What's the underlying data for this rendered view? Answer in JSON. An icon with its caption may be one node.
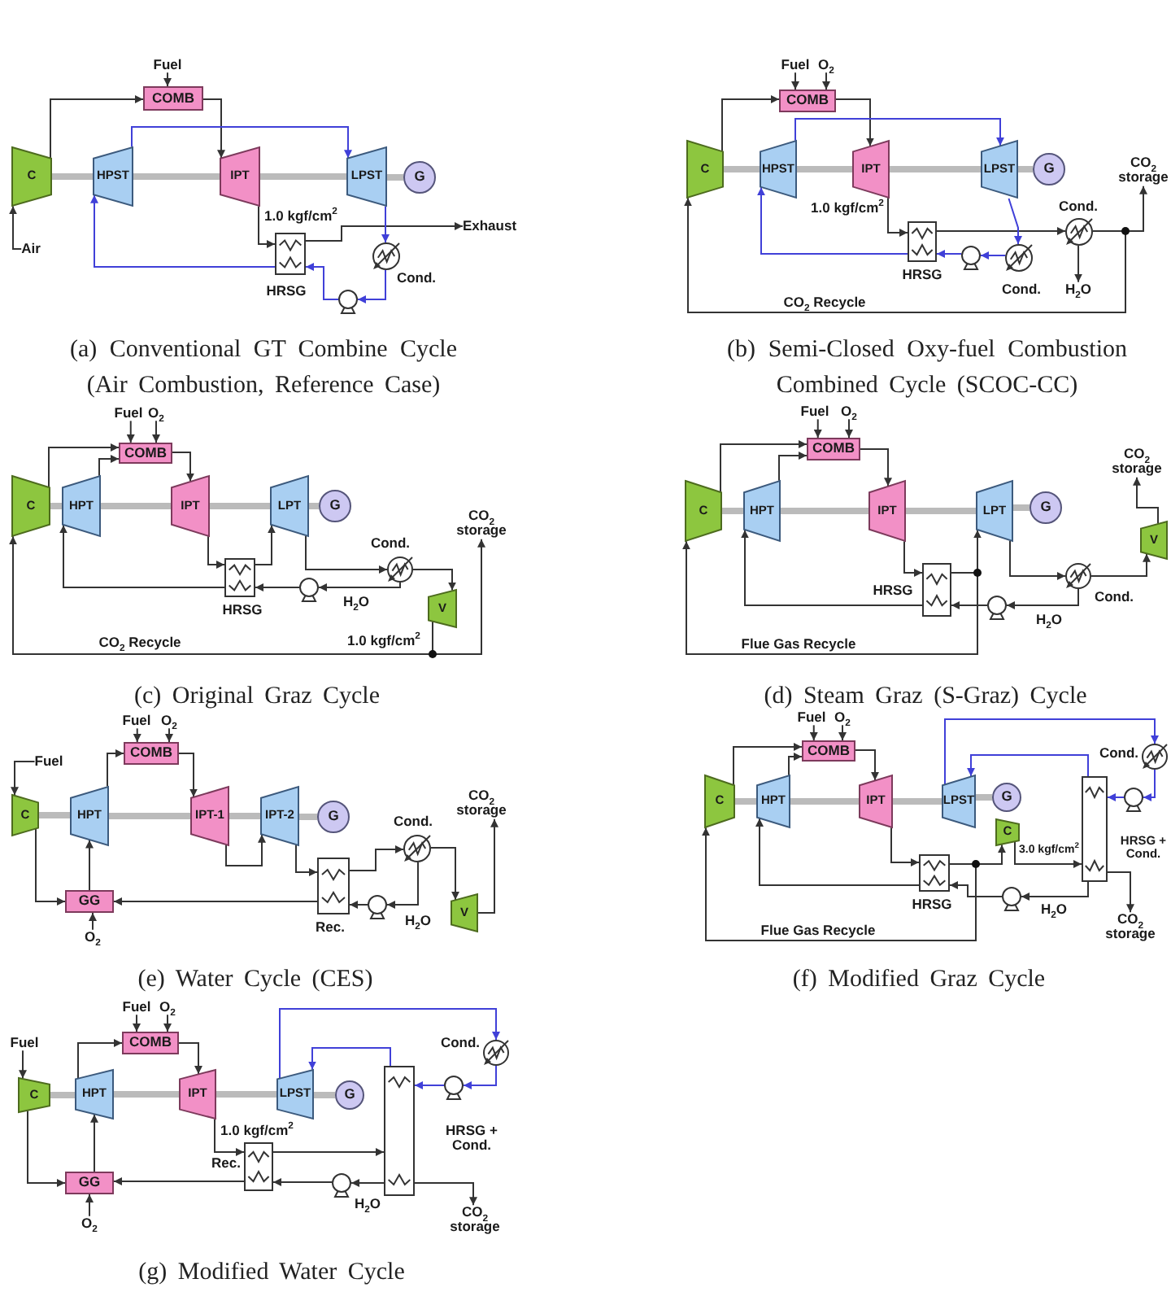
{
  "diagram": {
    "nodes": [
      {
        "text": [
          "Fuel"
        ]
      },
      {
        "text": [
          "COMB"
        ]
      },
      {
        "text": [
          "C"
        ]
      },
      {
        "text": [
          "HPST"
        ]
      },
      {
        "text": [
          "IPT"
        ]
      },
      {
        "text": [
          "LPST"
        ]
      },
      {
        "text": [
          "G"
        ]
      },
      {
        "text": [
          "Air"
        ]
      },
      {
        "text": [],
        "shape": "box",
        "beside": [
          "HRSG"
        ]
      },
      {
        "text": [
          "Exhaust"
        ]
      },
      {
        "text": [],
        "shape": "circle",
        "beside": [
          "Cond."
        ]
      },
      {
        "text": [],
        "shape": "pump"
      },
      {
        "text": [
          "Fuel"
        ]
      },
      {
        "text": [
          "O$_{2}$"
        ]
      },
      {
        "text": [
          "COMB"
        ]
      },
      {
        "text": [
          "C"
        ]
      },
      {
        "text": [
          "HPST"
        ]
      },
      {
        "text": [
          "IPT"
        ]
      },
      {
        "text": [
          "LPST"
        ]
      },
      {
        "text": [
          "G"
        ]
      },
      {
        "text": [
          "CO$_{2}$ storage"
        ]
      },
      {
        "text": [],
        "shape": "circle",
        "beside": [
          "Cond."
        ]
      },
      {
        "text": [],
        "shape": "box",
        "beside": [
          "HRSG"
        ]
      },
      {
        "text": [],
        "shape": "pump"
      },
      {
        "text": [],
        "shape": "circle",
        "beside": [
          "Cond."
        ]
      },
      {
        "text": [
          "H$_{2}$O"
        ]
      },
      {
        "text": [
          "Fuel"
        ]
      },
      {
        "text": [
          "O$_{2}$"
        ]
      },
      {
        "text": [
          "COMB"
        ]
      },
      {
        "text": [
          "C"
        ]
      },
      {
        "text": [
          "HPT"
        ]
      },
      {
        "text": [
          "IPT"
        ]
      },
      {
        "text": [
          "LPT"
        ]
      },
      {
        "text": [
          "G"
        ]
      },
      {
        "text": [
          "CO$_{2}$ storage"
        ]
      },
      {
        "text": [],
        "shape": "circle",
        "beside": [
          "Cond."
        ]
      },
      {
        "text": [],
        "shape": "box",
        "beside": [
          "HRSG"
        ]
      },
      {
        "text": [],
        "shape": "pump"
      },
      {
        "text": [
          "V"
        ]
      },
      {
        "text": [
          "Fuel"
        ]
      },
      {
        "text": [
          "O$_{2}$"
        ]
      },
      {
        "text": [
          "COMB"
        ]
      },
      {
        "text": [
          "CO$_{2}$ storage"
        ]
      },
      {
        "text": [
          "C"
        ]
      },
      {
        "text": [
          "HPT"
        ]
      },
      {
        "text": [
          "IPT"
        ]
      },
      {
        "text": [
          "LPT"
        ]
      },
      {
        "text": [
          "G"
        ]
      },
      {
        "text": [
          "V"
        ]
      },
      {
        "text": [],
        "shape": "box",
        "beside": [
          "HRSG"
        ]
      },
      {
        "text": [],
        "shape": "circle",
        "beside": [
          "Cond."
        ]
      },
      {
        "text": [],
        "shape": "pump"
      },
      {
        "text": [
          "Fuel"
        ]
      },
      {
        "text": [
          "O$_{2}$"
        ]
      },
      {
        "text": [
          "COMB"
        ]
      },
      {
        "text": [
          "Fuel"
        ]
      },
      {
        "text": [
          "CO$_{2}$ storage"
        ]
      },
      {
        "text": [
          "C"
        ]
      },
      {
        "text": [
          "HPT"
        ]
      },
      {
        "text": [
          "IPT-1"
        ]
      },
      {
        "text": [
          "IPT-2"
        ]
      },
      {
        "text": [
          "G"
        ]
      },
      {
        "text": [],
        "shape": "circle",
        "beside": [
          "Cond."
        ]
      },
      {
        "text": [],
        "shape": "box",
        "beside": [
          "Rec."
        ]
      },
      {
        "text": [
          "GG"
        ]
      },
      {
        "text": [],
        "shape": "pump"
      },
      {
        "text": [
          "V"
        ]
      },
      {
        "text": [
          "O$_{2}$"
        ]
      },
      {
        "text": [
          "Fuel"
        ]
      },
      {
        "text": [
          "O$_{2}$"
        ]
      },
      {
        "text": [
          "COMB"
        ]
      },
      {
        "text": [],
        "shape": "circle",
        "beside": [
          "Cond."
        ]
      },
      {
        "text": [
          "C"
        ]
      },
      {
        "text": [
          "HPT"
        ]
      },
      {
        "text": [
          "IPT"
        ]
      },
      {
        "text": [
          "LPST"
        ]
      },
      {
        "text": [
          "G"
        ]
      },
      {
        "text": [],
        "shape": "pump"
      },
      {
        "text": [],
        "shape": "box",
        "beside": [
          "HRSG + Cond."
        ]
      },
      {
        "text": [
          "C"
        ]
      },
      {
        "text": [],
        "shape": "box",
        "beside": [
          "HRSG"
        ]
      },
      {
        "text": [],
        "shape": "pump"
      },
      {
        "text": [
          "CO$_{2}$ storage"
        ]
      },
      {
        "text": [
          "Fuel"
        ]
      },
      {
        "text": [
          "O$_{2}$"
        ]
      },
      {
        "text": [
          "COMB"
        ]
      },
      {
        "text": [],
        "shape": "circle",
        "beside": [
          "Cond."
        ]
      },
      {
        "text": [
          "Fuel"
        ]
      },
      {
        "text": [
          "C"
        ]
      },
      {
        "text": [
          "HPT"
        ]
      },
      {
        "text": [
          "IPT"
        ]
      },
      {
        "text": [
          "LPST"
        ]
      },
      {
        "text": [
          "G"
        ]
      },
      {
        "text": [],
        "shape": "pump"
      },
      {
        "text": [],
        "shape": "box",
        "beside": [
          "HRSG + Cond."
        ]
      },
      {
        "text": [],
        "shape": "box",
        "beside": [
          "Rec."
        ]
      },
      {
        "text": [
          "GG"
        ]
      },
      {
        "text": [],
        "shape": "pump"
      },
      {
        "text": [
          "CO$_{2}$ storage"
        ]
      },
      {
        "text": [
          "O$_{2}$"
        ]
      }
    ],
    "edges": [
      {
        "from": 0,
        "to": 1,
        "arrow": "to"
      },
      {
        "from": 2,
        "to": 1,
        "arrow": "to"
      },
      {
        "from": 1,
        "to": 4,
        "arrow": "to"
      },
      {
        "from": 7,
        "to": 2,
        "arrow": "to"
      },
      {
        "from": 2,
        "to": 3,
        "arrow": "none",
        "style": "thick",
        "color": "#bbbbbb"
      },
      {
        "from": 3,
        "to": 4,
        "arrow": "none",
        "style": "thick",
        "color": "#bbbbbb"
      },
      {
        "from": 4,
        "to": 5,
        "arrow": "none",
        "style": "thick",
        "color": "#bbbbbb"
      },
      {
        "from": 5,
        "to": 6,
        "arrow": "none",
        "style": "thick",
        "color": "#bbbbbb"
      },
      {
        "from": 3,
        "to": 5,
        "arrow": "to",
        "color": "#4040d8"
      },
      {
        "from": 4,
        "to": 8,
        "arrow": "to"
      },
      {
        "from": 8,
        "to": 9,
        "arrow": "to"
      },
      {
        "from": 5,
        "to": 10,
        "arrow": "to",
        "color": "#4040d8"
      },
      {
        "from": 10,
        "to": 11,
        "arrow": "to",
        "color": "#4040d8"
      },
      {
        "from": 11,
        "to": 8,
        "arrow": "to",
        "color": "#4040d8"
      },
      {
        "from": 8,
        "to": 3,
        "arrow": "to",
        "color": "#4040d8"
      },
      {
        "from": 12,
        "to": 14,
        "arrow": "to"
      },
      {
        "from": 13,
        "to": 14,
        "arrow": "to"
      },
      {
        "from": 15,
        "to": 14,
        "arrow": "to"
      },
      {
        "from": 14,
        "to": 17,
        "arrow": "to"
      },
      {
        "from": 15,
        "to": 16,
        "arrow": "none",
        "style": "thick",
        "color": "#bbbbbb"
      },
      {
        "from": 16,
        "to": 17,
        "arrow": "none",
        "style": "thick",
        "color": "#bbbbbb"
      },
      {
        "from": 17,
        "to": 18,
        "arrow": "none",
        "style": "thick",
        "color": "#bbbbbb"
      },
      {
        "from": 18,
        "to": 19,
        "arrow": "none",
        "style": "thick",
        "color": "#bbbbbb"
      },
      {
        "from": 16,
        "to": 18,
        "arrow": "to",
        "color": "#4040d8"
      },
      {
        "from": 17,
        "to": 22,
        "arrow": "to"
      },
      {
        "from": 22,
        "to": 21,
        "arrow": "to"
      },
      {
        "from": 21,
        "to": 20,
        "arrow": "to"
      },
      {
        "from": 21,
        "to": 15,
        "arrow": "to",
        "label": "CO$_{2}$ Recycle"
      },
      {
        "from": 21,
        "to": 25,
        "arrow": "to"
      },
      {
        "from": 18,
        "to": 24,
        "arrow": "to",
        "color": "#4040d8"
      },
      {
        "from": 24,
        "to": 23,
        "arrow": "to",
        "color": "#4040d8"
      },
      {
        "from": 23,
        "to": 22,
        "arrow": "to",
        "color": "#4040d8"
      },
      {
        "from": 22,
        "to": 16,
        "arrow": "to",
        "color": "#4040d8"
      },
      {
        "from": 26,
        "to": 28,
        "arrow": "to"
      },
      {
        "from": 27,
        "to": 28,
        "arrow": "to"
      },
      {
        "from": 29,
        "to": 28,
        "arrow": "to"
      },
      {
        "from": 30,
        "to": 28,
        "arrow": "to"
      },
      {
        "from": 28,
        "to": 31,
        "arrow": "to"
      },
      {
        "from": 29,
        "to": 30,
        "arrow": "none",
        "style": "thick",
        "color": "#bbbbbb"
      },
      {
        "from": 30,
        "to": 31,
        "arrow": "none",
        "style": "thick",
        "color": "#bbbbbb"
      },
      {
        "from": 31,
        "to": 32,
        "arrow": "none",
        "style": "thick",
        "color": "#bbbbbb"
      },
      {
        "from": 32,
        "to": 33,
        "arrow": "none",
        "style": "thick",
        "color": "#bbbbbb"
      },
      {
        "from": 31,
        "to": 36,
        "arrow": "to"
      },
      {
        "from": 36,
        "to": 32,
        "arrow": "to"
      },
      {
        "from": 32,
        "to": 35,
        "arrow": "to"
      },
      {
        "from": 35,
        "to": 38,
        "arrow": "to"
      },
      {
        "from": 35,
        "to": 37,
        "arrow": "to",
        "label": "H$_{2}$O"
      },
      {
        "from": 37,
        "to": 36,
        "arrow": "to"
      },
      {
        "from": 36,
        "to": 30,
        "arrow": "to"
      },
      {
        "from": 38,
        "to": 34,
        "arrow": "to"
      },
      {
        "from": 38,
        "to": 29,
        "arrow": "to",
        "label": "CO$_{2}$ Recycle"
      },
      {
        "from": 39,
        "to": 41,
        "arrow": "to"
      },
      {
        "from": 40,
        "to": 41,
        "arrow": "to"
      },
      {
        "from": 43,
        "to": 41,
        "arrow": "to"
      },
      {
        "from": 44,
        "to": 41,
        "arrow": "to"
      },
      {
        "from": 41,
        "to": 45,
        "arrow": "to"
      },
      {
        "from": 43,
        "to": 44,
        "arrow": "none",
        "style": "thick",
        "color": "#bbbbbb"
      },
      {
        "from": 44,
        "to": 45,
        "arrow": "none",
        "style": "thick",
        "color": "#bbbbbb"
      },
      {
        "from": 45,
        "to": 46,
        "arrow": "none",
        "style": "thick",
        "color": "#bbbbbb"
      },
      {
        "from": 46,
        "to": 47,
        "arrow": "none",
        "style": "thick",
        "color": "#bbbbbb"
      },
      {
        "from": 45,
        "to": 49,
        "arrow": "to"
      },
      {
        "from": 49,
        "to": 46,
        "arrow": "to"
      },
      {
        "from": 49,
        "to": 43,
        "arrow": "to",
        "label": "Flue Gas Recycle"
      },
      {
        "from": 46,
        "to": 50,
        "arrow": "to"
      },
      {
        "from": 50,
        "to": 48,
        "arrow": "to"
      },
      {
        "from": 48,
        "to": 42,
        "arrow": "to"
      },
      {
        "from": 50,
        "to": 51,
        "arrow": "to",
        "label": "H$_{2}$O"
      },
      {
        "from": 51,
        "to": 49,
        "arrow": "to"
      },
      {
        "from": 49,
        "to": 44,
        "arrow": "to"
      },
      {
        "from": 52,
        "to": 54,
        "arrow": "to"
      },
      {
        "from": 53,
        "to": 54,
        "arrow": "to"
      },
      {
        "from": 55,
        "to": 57,
        "arrow": "to"
      },
      {
        "from": 58,
        "to": 54,
        "arrow": "to"
      },
      {
        "from": 54,
        "to": 59,
        "arrow": "to"
      },
      {
        "from": 57,
        "to": 58,
        "arrow": "none",
        "style": "thick",
        "color": "#bbbbbb"
      },
      {
        "from": 58,
        "to": 59,
        "arrow": "none",
        "style": "thick",
        "color": "#bbbbbb"
      },
      {
        "from": 59,
        "to": 60,
        "arrow": "none",
        "style": "thick",
        "color": "#bbbbbb"
      },
      {
        "from": 60,
        "to": 61,
        "arrow": "none",
        "style": "thick",
        "color": "#bbbbbb"
      },
      {
        "from": 59,
        "to": 60,
        "arrow": "to"
      },
      {
        "from": 60,
        "to": 63,
        "arrow": "to"
      },
      {
        "from": 63,
        "to": 62,
        "arrow": "to"
      },
      {
        "from": 62,
        "to": 66,
        "arrow": "to"
      },
      {
        "from": 66,
        "to": 56,
        "arrow": "to"
      },
      {
        "from": 62,
        "to": 65,
        "arrow": "to",
        "label": "H$_{2}$O"
      },
      {
        "from": 65,
        "to": 63,
        "arrow": "to"
      },
      {
        "from": 63,
        "to": 64,
        "arrow": "to"
      },
      {
        "from": 57,
        "to": 64,
        "arrow": "to"
      },
      {
        "from": 67,
        "to": 64,
        "arrow": "to"
      },
      {
        "from": 64,
        "to": 58,
        "arrow": "to"
      },
      {
        "from": 68,
        "to": 70,
        "arrow": "to"
      },
      {
        "from": 69,
        "to": 70,
        "arrow": "to"
      },
      {
        "from": 72,
        "to": 70,
        "arrow": "to"
      },
      {
        "from": 73,
        "to": 70,
        "arrow": "to"
      },
      {
        "from": 70,
        "to": 74,
        "arrow": "to"
      },
      {
        "from": 72,
        "to": 73,
        "arrow": "none",
        "style": "thick",
        "color": "#bbbbbb"
      },
      {
        "from": 73,
        "to": 74,
        "arrow": "none",
        "style": "thick",
        "color": "#bbbbbb"
      },
      {
        "from": 74,
        "to": 75,
        "arrow": "none",
        "style": "thick",
        "color": "#bbbbbb"
      },
      {
        "from": 75,
        "to": 76,
        "arrow": "none",
        "style": "thick",
        "color": "#bbbbbb"
      },
      {
        "from": 75,
        "to": 71,
        "arrow": "to",
        "color": "#4040d8"
      },
      {
        "from": 71,
        "to": 77,
        "arrow": "to",
        "color": "#4040d8"
      },
      {
        "from": 77,
        "to": 78,
        "arrow": "to",
        "color": "#4040d8"
      },
      {
        "from": 78,
        "to": 75,
        "arrow": "to",
        "color": "#4040d8"
      },
      {
        "from": 74,
        "to": 80,
        "arrow": "to"
      },
      {
        "from": 80,
        "to": 79,
        "arrow": "to"
      },
      {
        "from": 80,
        "to": 72,
        "arrow": "to",
        "label": "Flue Gas Recycle"
      },
      {
        "from": 79,
        "to": 78,
        "arrow": "to"
      },
      {
        "from": 78,
        "to": 82,
        "arrow": "to"
      },
      {
        "from": 78,
        "to": 81,
        "arrow": "to",
        "label": "H$_{2}$O"
      },
      {
        "from": 81,
        "to": 80,
        "arrow": "to"
      },
      {
        "from": 80,
        "to": 73,
        "arrow": "to"
      },
      {
        "from": 83,
        "to": 85,
        "arrow": "to"
      },
      {
        "from": 84,
        "to": 85,
        "arrow": "to"
      },
      {
        "from": 87,
        "to": 88,
        "arrow": "to"
      },
      {
        "from": 89,
        "to": 85,
        "arrow": "to"
      },
      {
        "from": 85,
        "to": 90,
        "arrow": "to"
      },
      {
        "from": 88,
        "to": 89,
        "arrow": "none",
        "style": "thick",
        "color": "#bbbbbb"
      },
      {
        "from": 89,
        "to": 90,
        "arrow": "none",
        "style": "thick",
        "color": "#bbbbbb"
      },
      {
        "from": 90,
        "to": 91,
        "arrow": "none",
        "style": "thick",
        "color": "#bbbbbb"
      },
      {
        "from": 91,
        "to": 92,
        "arrow": "none",
        "style": "thick",
        "color": "#bbbbbb"
      },
      {
        "from": 91,
        "to": 86,
        "arrow": "to",
        "color": "#4040d8"
      },
      {
        "from": 86,
        "to": 93,
        "arrow": "to",
        "color": "#4040d8"
      },
      {
        "from": 93,
        "to": 94,
        "arrow": "to",
        "color": "#4040d8"
      },
      {
        "from": 94,
        "to": 91,
        "arrow": "to",
        "color": "#4040d8"
      },
      {
        "from": 90,
        "to": 95,
        "arrow": "to"
      },
      {
        "from": 95,
        "to": 94,
        "arrow": "to"
      },
      {
        "from": 94,
        "to": 98,
        "arrow": "to"
      },
      {
        "from": 94,
        "to": 97,
        "arrow": "to",
        "label": "H$_{2}$O"
      },
      {
        "from": 97,
        "to": 95,
        "arrow": "to"
      },
      {
        "from": 95,
        "to": 96,
        "arrow": "to"
      },
      {
        "from": 88,
        "to": 96,
        "arrow": "to"
      },
      {
        "from": 99,
        "to": 96,
        "arrow": "to"
      },
      {
        "from": 96,
        "to": 89,
        "arrow": "to"
      }
    ],
    "labels": [
      "1.0 kgf/cm$^{2}$",
      "(a) Conventional GT Combine Cycle (Air Combustion, Reference Case)",
      "1.0 kgf/cm$^{2}$",
      "(b) Semi-Closed Oxy-fuel Combustion Combined Cycle (SCOC-CC)",
      "1.0 kgf/cm$^{2}$",
      "(c) Original Graz Cycle",
      "(d) Steam Graz (S-Graz) Cycle",
      "(e) Water Cycle (CES)",
      "3.0 kgf/cm$^{2}$",
      "(f) Modified Graz Cycle",
      "1.0 kgf/cm$^{2}$",
      "(g) Modified Water Cycle"
    ]
  }
}
